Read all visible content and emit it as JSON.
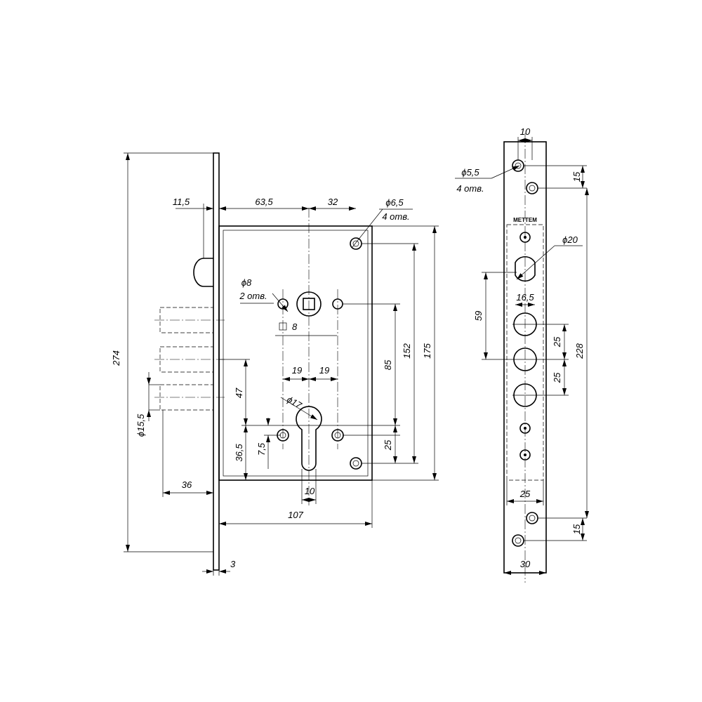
{
  "front_view": {
    "dims": {
      "total_height": "274",
      "faceplate_offset": "11,5",
      "to_spindle": "63,5",
      "spindle_to_hole": "32",
      "mount_hole_d": "ϕ6,5",
      "mount_hole_count": "4 отв.",
      "side_hole_d": "ϕ8",
      "side_hole_count": "2 отв.",
      "spindle_square": "8",
      "hole_spacing_left": "19",
      "hole_spacing_right": "19",
      "cylinder_d": "ϕ17",
      "bolt_d": "ϕ15,5",
      "bolt_height": "47",
      "bottom_offset": "36,5",
      "small_offset": "7,5",
      "cylinder_width": "10",
      "backset": "36",
      "body_width": "107",
      "plate_thickness": "3",
      "center_distance": "85",
      "hole_distance": "152",
      "body_height": "175",
      "bottom_25": "25"
    }
  },
  "side_view": {
    "brand": "МЕТТЕМ",
    "dims": {
      "top_width": "10",
      "screw_d": "ϕ5,5",
      "screw_count": "4 отв.",
      "top_15": "15",
      "hole_d": "ϕ20",
      "hole_width": "16,5",
      "to_first_bolt": "59",
      "bolt_pitch_1": "25",
      "bolt_pitch_2": "25",
      "plate_length": "228",
      "case_width": "25",
      "bottom_15": "15",
      "plate_width": "30"
    }
  }
}
